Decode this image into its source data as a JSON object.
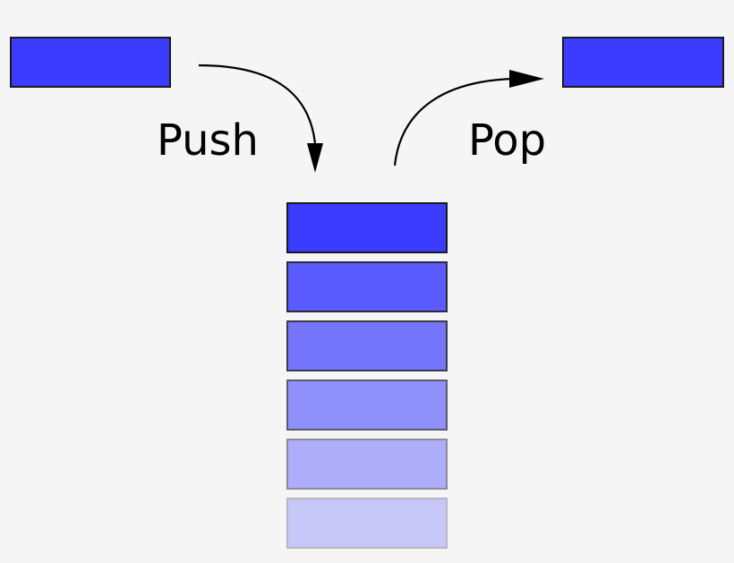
{
  "labels": {
    "push": "Push",
    "pop": "Pop"
  },
  "colors": {
    "background": "#f5f5f5",
    "block": "#3c3cff",
    "block_border": "#1a1a1a",
    "arrow": "#000000"
  },
  "stack": {
    "items": [
      {
        "fill": "#3c3cff",
        "opacity": 1.0
      },
      {
        "fill": "#5a5aff",
        "opacity": 1.0
      },
      {
        "fill": "#7575fb",
        "opacity": 1.0
      },
      {
        "fill": "#9090fa",
        "opacity": 1.0
      },
      {
        "fill": "#adadf9",
        "opacity": 1.0
      },
      {
        "fill": "#c8c8f8",
        "opacity": 1.0
      }
    ]
  }
}
